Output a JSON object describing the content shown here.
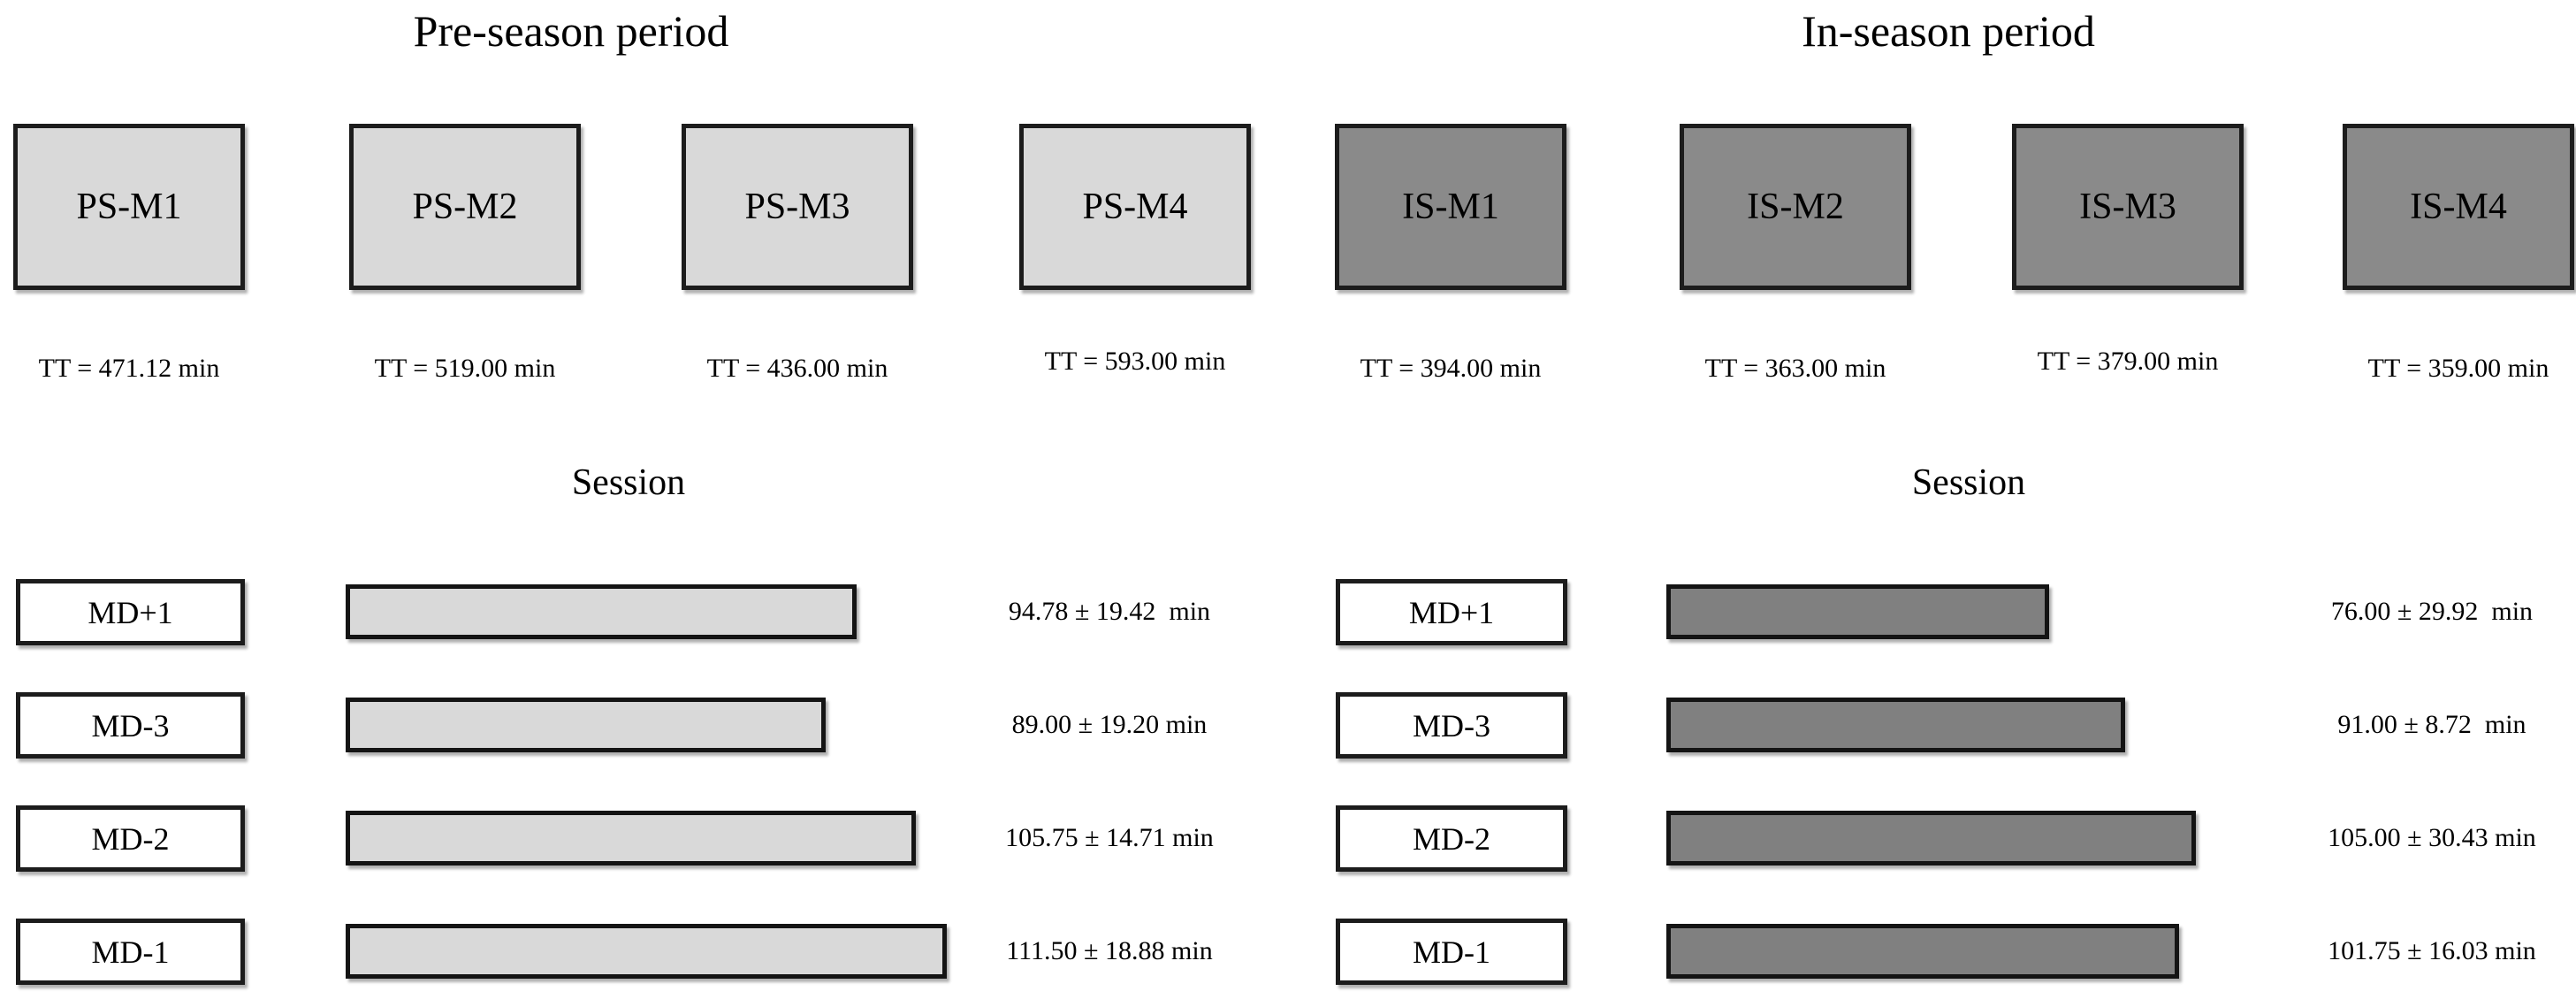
{
  "figure": {
    "background": "#ffffff",
    "colors": {
      "pre_season_fill": "#d9d9d9",
      "in_season_fill": "#8a8a8a",
      "bar_pre_season": "#d9d9d9",
      "bar_in_season": "#808080",
      "border": "#1c1c1c",
      "text": "#000000"
    },
    "panels": [
      {
        "id": "pre-season",
        "title": "Pre-season period",
        "session_title": "Session",
        "microcycles": [
          {
            "label": "PS-M1",
            "tt": "TT = 471.12 min",
            "tt_minutes": 471.12
          },
          {
            "label": "PS-M2",
            "tt": "TT = 519.00 min",
            "tt_minutes": 519.0
          },
          {
            "label": "PS-M3",
            "tt": "TT = 436.00 min",
            "tt_minutes": 436.0
          },
          {
            "label": "PS-M4",
            "tt": "TT = 593.00 min",
            "tt_minutes": 593.0
          }
        ],
        "sessions": [
          {
            "label": "MD+1",
            "value_text": "94.78 ± 19.42  min",
            "minutes": 94.78,
            "sd": 19.42
          },
          {
            "label": "MD-3",
            "value_text": "89.00 ± 19.20 min",
            "minutes": 89.0,
            "sd": 19.2
          },
          {
            "label": "MD-2",
            "value_text": "105.75 ± 14.71 min",
            "minutes": 105.75,
            "sd": 14.71
          },
          {
            "label": "MD-1",
            "value_text": "111.50 ± 18.88 min",
            "minutes": 111.5,
            "sd": 18.88
          }
        ]
      },
      {
        "id": "in-season",
        "title": "In-season period",
        "session_title": "Session",
        "microcycles": [
          {
            "label": "IS-M1",
            "tt": "TT = 394.00 min",
            "tt_minutes": 394.0
          },
          {
            "label": "IS-M2",
            "tt": "TT = 363.00 min",
            "tt_minutes": 363.0
          },
          {
            "label": "IS-M3",
            "tt": "TT = 379.00 min",
            "tt_minutes": 379.0
          },
          {
            "label": "IS-M4",
            "tt": "TT = 359.00 min",
            "tt_minutes": 359.0
          }
        ],
        "sessions": [
          {
            "label": "MD+1",
            "value_text": "76.00 ± 29.92  min",
            "minutes": 76.0,
            "sd": 29.92
          },
          {
            "label": "MD-3",
            "value_text": "91.00 ± 8.72  min",
            "minutes": 91.0,
            "sd": 8.72
          },
          {
            "label": "MD-2",
            "value_text": "105.00 ± 30.43 min",
            "minutes": 105.0,
            "sd": 30.43
          },
          {
            "label": "MD-1",
            "value_text": "101.75 ± 16.03 min",
            "minutes": 101.75,
            "sd": 16.03
          }
        ]
      }
    ]
  },
  "chart_data": [
    {
      "type": "bar",
      "orientation": "horizontal",
      "title": "Pre-season period - Session",
      "categories": [
        "MD+1",
        "MD-3",
        "MD-2",
        "MD-1"
      ],
      "values": [
        94.78,
        89.0,
        105.75,
        111.5
      ],
      "errors": [
        19.42,
        19.2,
        14.71,
        18.88
      ],
      "unit": "min",
      "legend_position": "none",
      "grid": false,
      "microcycle_total_time_min": {
        "PS-M1": 471.12,
        "PS-M2": 519.0,
        "PS-M3": 436.0,
        "PS-M4": 593.0
      }
    },
    {
      "type": "bar",
      "orientation": "horizontal",
      "title": "In-season period - Session",
      "categories": [
        "MD+1",
        "MD-3",
        "MD-2",
        "MD-1"
      ],
      "values": [
        76.0,
        91.0,
        105.0,
        101.75
      ],
      "errors": [
        29.92,
        8.72,
        30.43,
        16.03
      ],
      "unit": "min",
      "legend_position": "none",
      "grid": false,
      "microcycle_total_time_min": {
        "IS-M1": 394.0,
        "IS-M2": 363.0,
        "IS-M3": 379.0,
        "IS-M4": 359.0
      }
    }
  ]
}
